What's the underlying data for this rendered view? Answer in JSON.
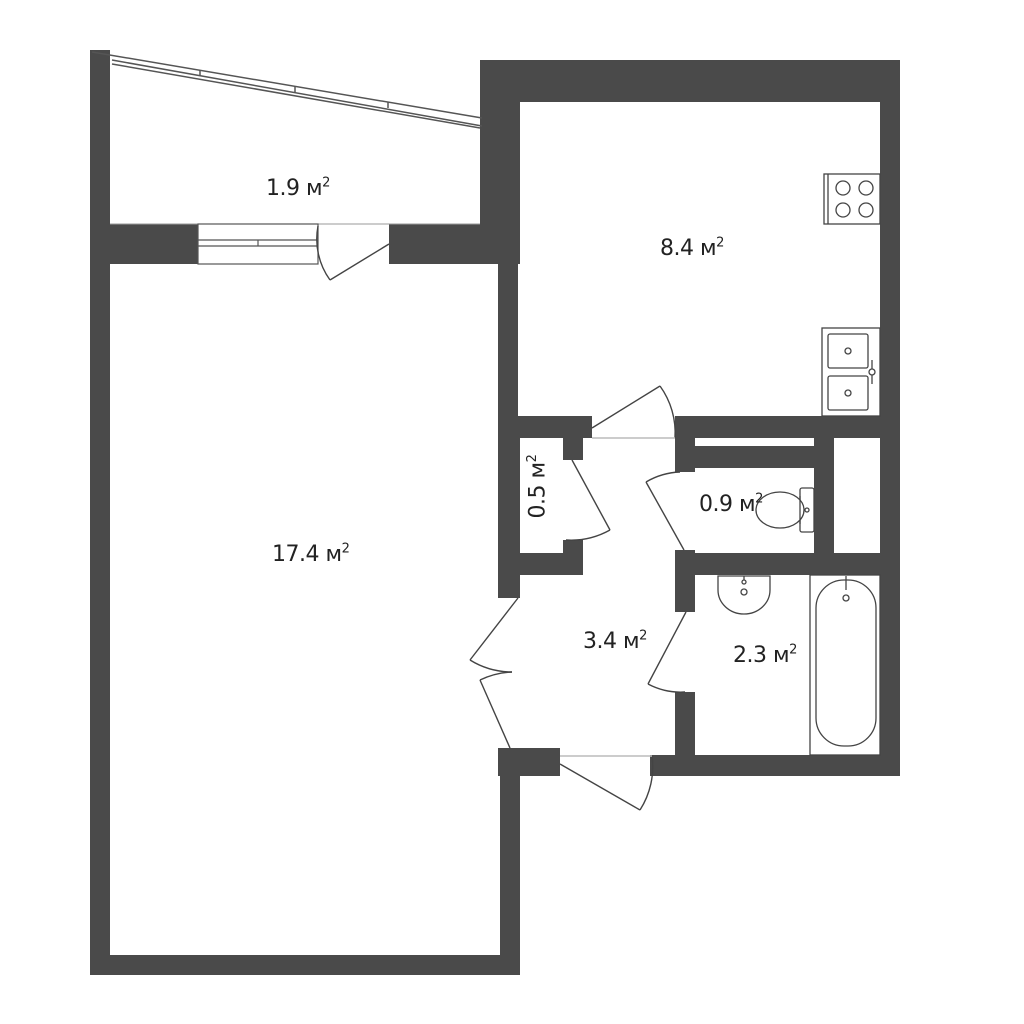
{
  "unit": "м",
  "unit_power": "2",
  "wall_color": "#4a4a4a",
  "rooms": {
    "balcony": {
      "area": "1.9"
    },
    "kitchen": {
      "area": "8.4"
    },
    "living": {
      "area": "17.4"
    },
    "closet": {
      "area": "0.5"
    },
    "toilet": {
      "area": "0.9"
    },
    "hallway": {
      "area": "3.4"
    },
    "bathroom": {
      "area": "2.3"
    }
  },
  "fixtures": [
    "stove-icon",
    "double-sink-icon",
    "toilet-icon",
    "washbasin-icon",
    "bathtub-icon"
  ]
}
